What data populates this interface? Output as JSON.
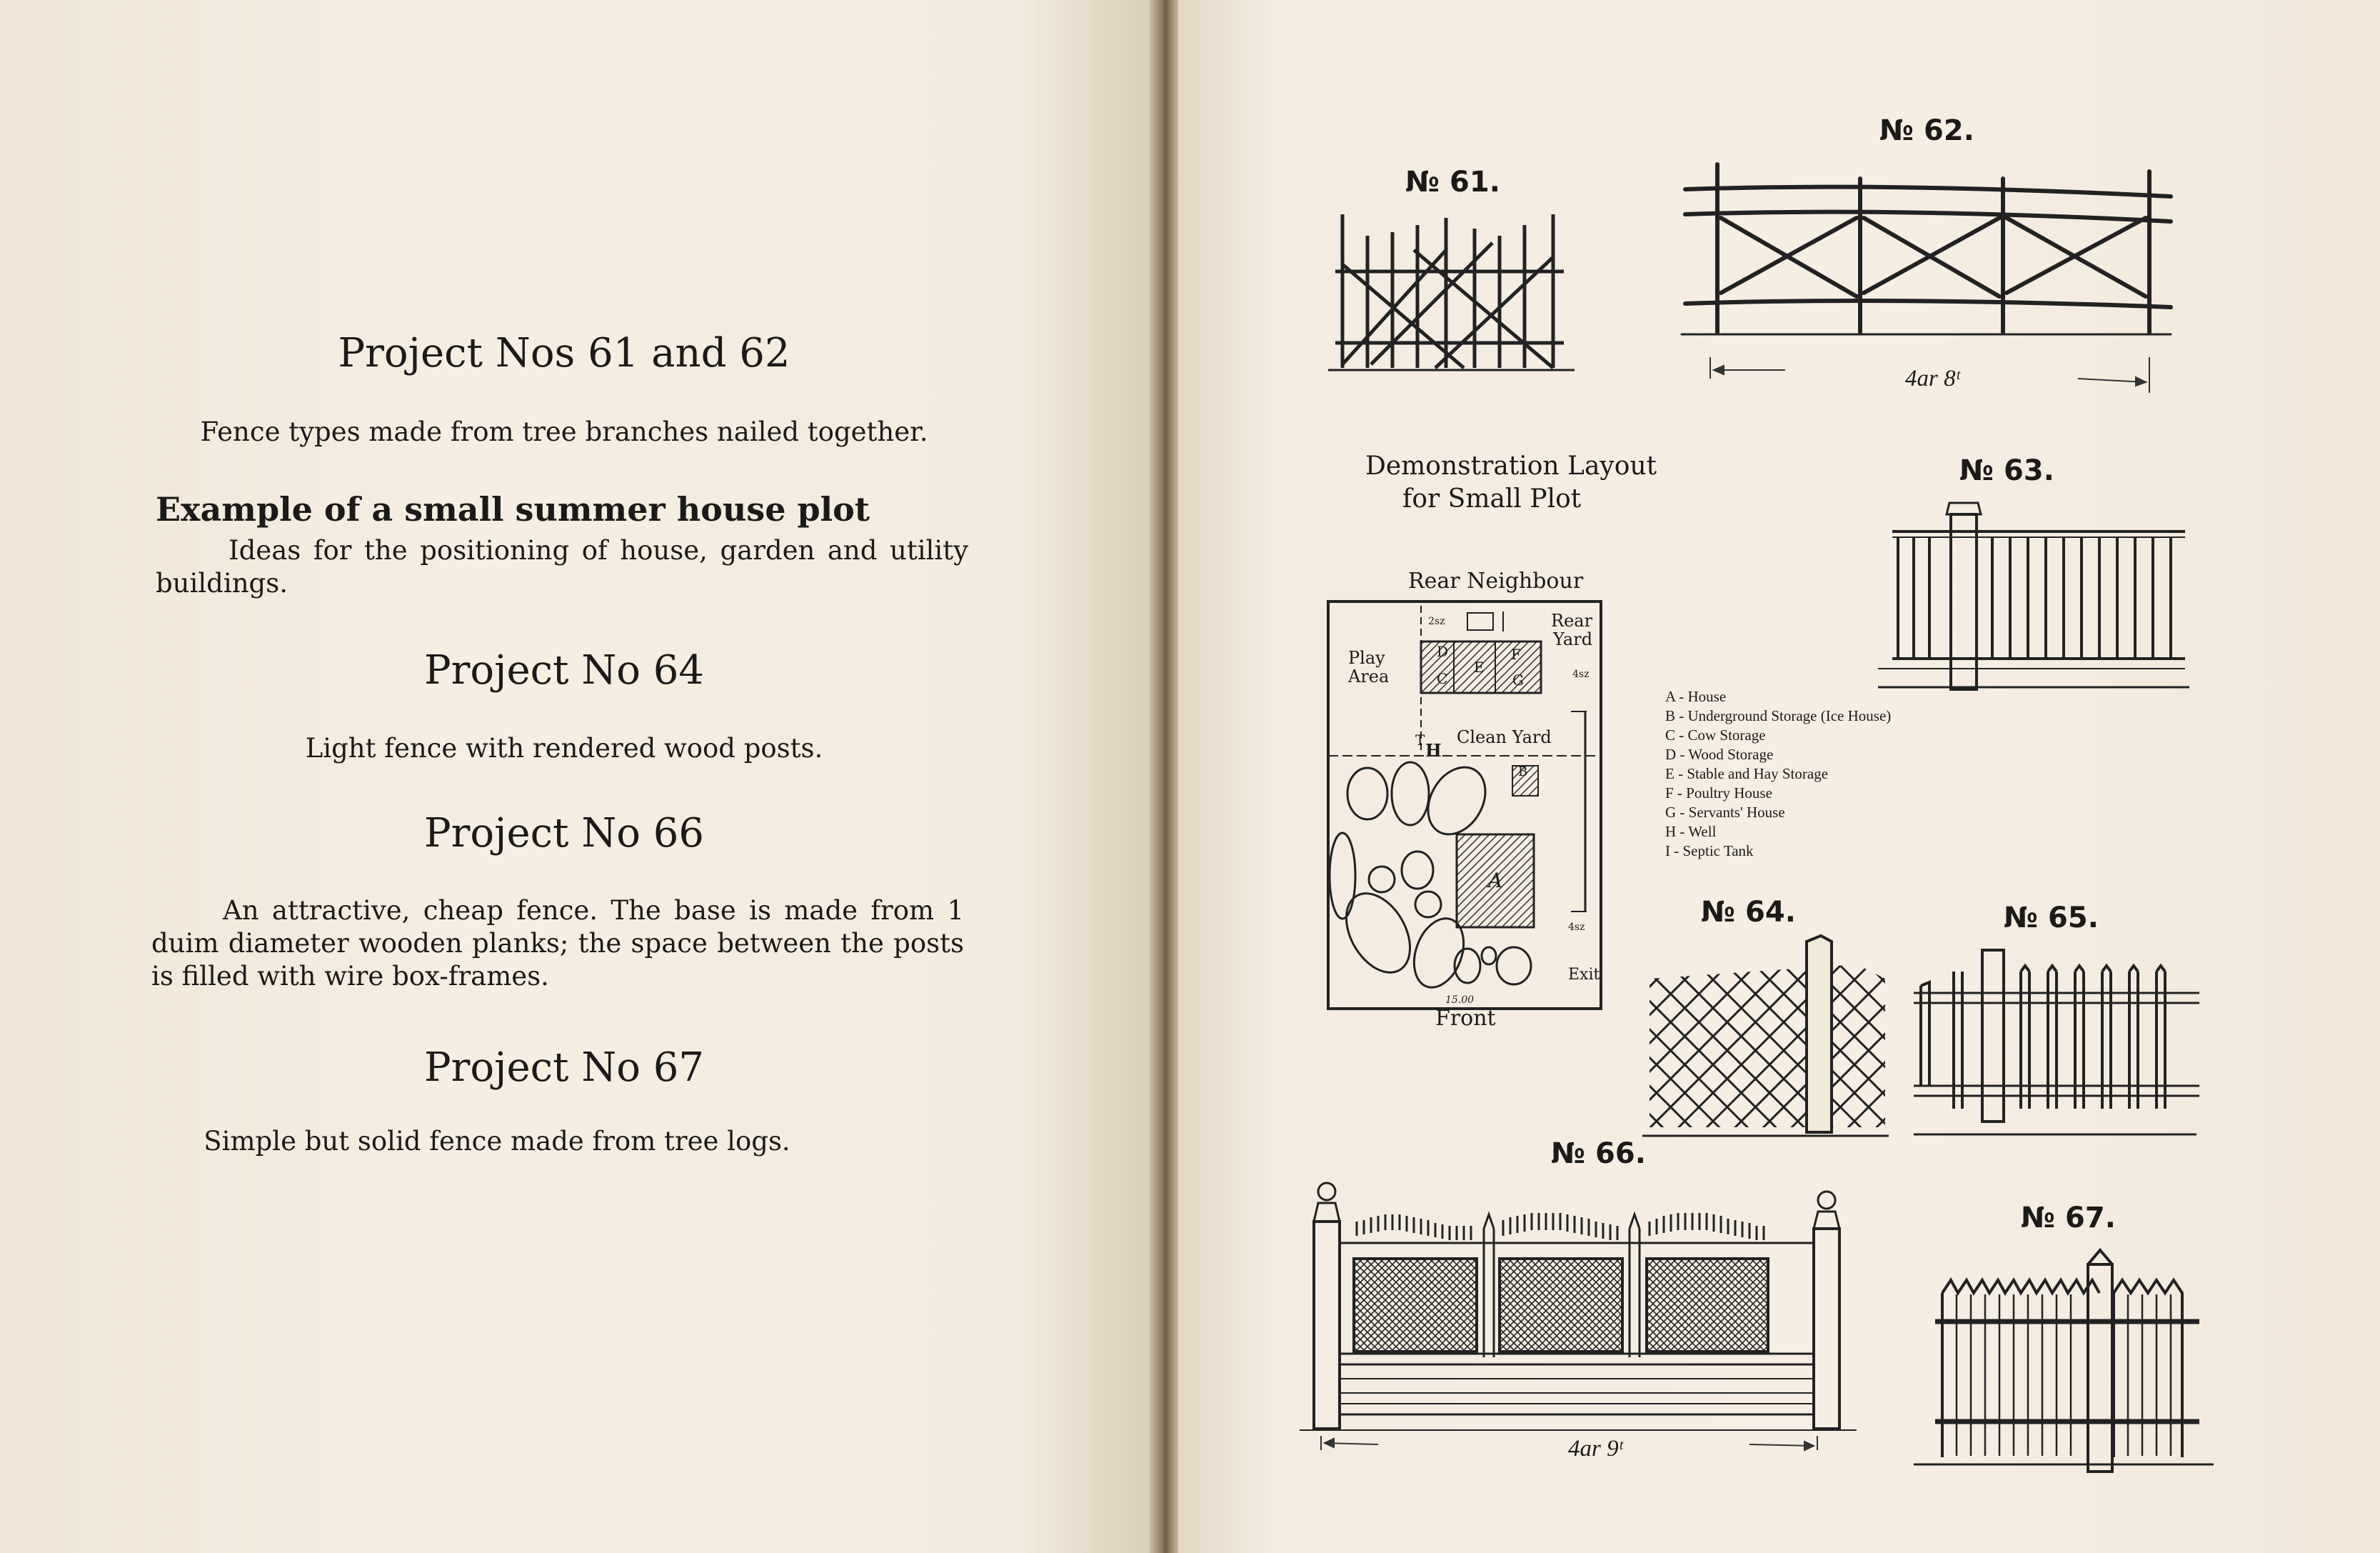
{
  "left_page": {
    "heading_61_62": "Project Nos 61 and 62",
    "desc_61_62": "Fence types made from tree branches nailed together.",
    "example_heading": "Example of a small summer house plot",
    "example_desc": "Ideas for the positioning of house, garden and utility buildings.",
    "heading_64": "Project  No 64",
    "desc_64": "Light fence with rendered wood posts.",
    "heading_66": "Project  No 66",
    "desc_66": "An attractive, cheap fence. The base is made from 1 duim diameter wooden planks; the space between the posts is filled with wire box-frames.",
    "heading_67": "Project  No 67",
    "desc_67": "Simple but solid fence made from tree logs."
  },
  "right_page": {
    "labels": {
      "n61": "№ 61.",
      "n62": "№ 62.",
      "n63": "№ 63.",
      "n64": "№ 64.",
      "n65": "№ 65.",
      "n66": "№ 66.",
      "n67": "№ 67."
    },
    "dimension_62": "4ar 8ᵗ",
    "dimension_66": "4ar 9ᵗ",
    "layout_title": [
      "Demonstration Layout",
      "for Small Plot"
    ],
    "plan": {
      "rear_neighbour": "Rear Neighbour",
      "rear_yard": [
        "Rear",
        "Yard"
      ],
      "play_area": [
        "Play",
        "Area"
      ],
      "clean_yard": "Clean Yard",
      "front": "Front",
      "exit": "Exit",
      "scale_top": "2sz",
      "scale_right1": "4sz",
      "scale_right2": "4sz",
      "scale_bottom": "15.00",
      "letters": {
        "A": "A",
        "B": "B",
        "C": "C",
        "D": "D",
        "E": "E",
        "F": "F",
        "G": "G",
        "H": "H",
        "T": "T"
      }
    },
    "legend": [
      "A - House",
      "B - Underground Storage (Ice House)",
      "C - Cow Storage",
      "D - Wood Storage",
      "E - Stable and Hay Storage",
      "F - Poultry House",
      "G - Servants' House",
      "H - Well",
      "I  -  Septic Tank"
    ]
  }
}
